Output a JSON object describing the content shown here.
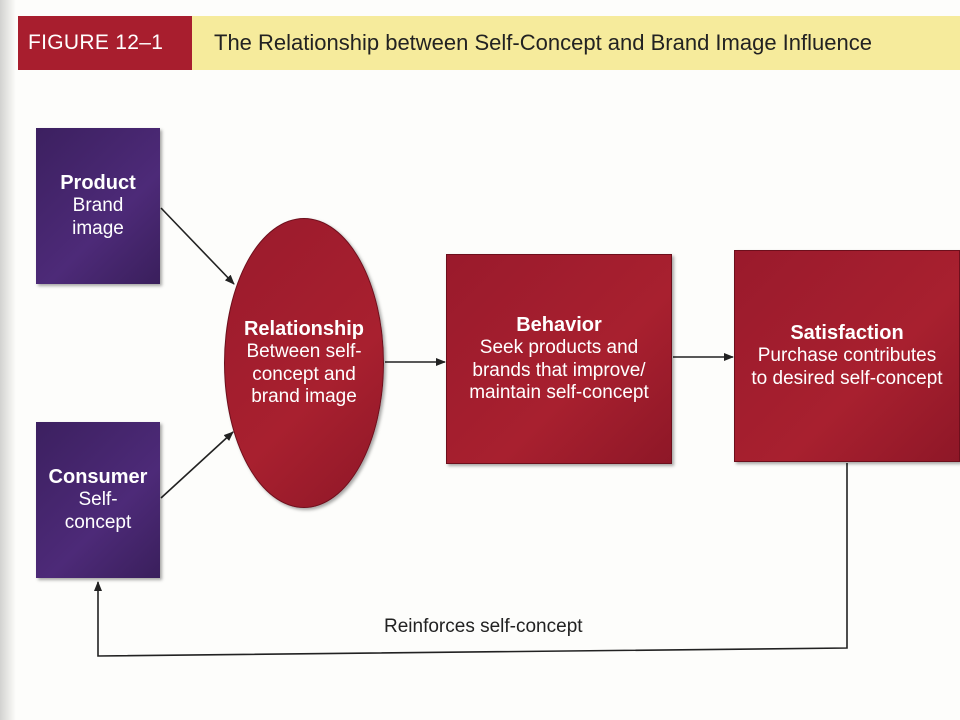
{
  "figure": {
    "label": "FIGURE 12–1",
    "title": "The Relationship between Self-Concept and Brand Image Influence"
  },
  "nodes": {
    "product": {
      "heading": "Product",
      "lines": [
        "Brand",
        "image"
      ]
    },
    "consumer": {
      "heading": "Consumer",
      "lines": [
        "Self-",
        "concept"
      ]
    },
    "relationship": {
      "heading": "Relationship",
      "lines": [
        "Between self-",
        "concept and",
        "brand image"
      ]
    },
    "behavior": {
      "heading": "Behavior",
      "lines": [
        "Seek products and",
        "brands that improve/",
        "maintain self-concept"
      ]
    },
    "satisfaction": {
      "heading": "Satisfaction",
      "lines": [
        "Purchase contributes",
        "to desired self-concept"
      ]
    }
  },
  "feedback": {
    "label": "Reinforces self-concept"
  },
  "colors": {
    "purple": "#4d2a78",
    "red": "#a8202f",
    "title_bar": "#f6eb9c",
    "label_bar": "#a81e2e"
  }
}
